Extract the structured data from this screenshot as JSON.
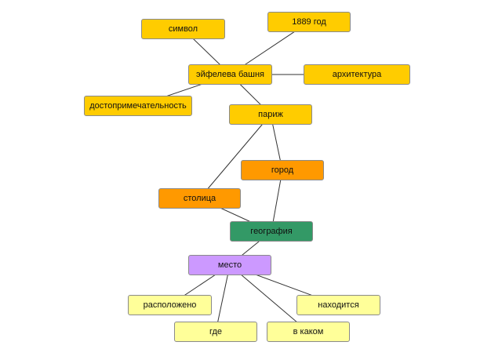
{
  "colors": {
    "gold": "#FFCC00",
    "orange": "#FF9900",
    "green": "#339966",
    "violet": "#CC99FF",
    "pale_yellow": "#FFFF99",
    "edge": "#333333",
    "border": "#8a8a8a"
  },
  "nodes": [
    {
      "id": "simvol",
      "label": "символ",
      "color": "gold"
    },
    {
      "id": "god1889",
      "label": "1889 год",
      "color": "gold"
    },
    {
      "id": "eiffel",
      "label": "эйфелева башня",
      "color": "gold"
    },
    {
      "id": "arkhitektura",
      "label": "архитектура",
      "color": "gold"
    },
    {
      "id": "dostoprim",
      "label": "достопримечательность",
      "color": "gold"
    },
    {
      "id": "parizh",
      "label": "париж",
      "color": "gold"
    },
    {
      "id": "gorod",
      "label": "город",
      "color": "orange"
    },
    {
      "id": "stolitsa",
      "label": "столица",
      "color": "orange"
    },
    {
      "id": "geografiya",
      "label": "география",
      "color": "green"
    },
    {
      "id": "mesto",
      "label": "место",
      "color": "violet"
    },
    {
      "id": "raspolozheno",
      "label": "расположено",
      "color": "pale_yellow"
    },
    {
      "id": "nakhoditsya",
      "label": "находится",
      "color": "pale_yellow"
    },
    {
      "id": "gde",
      "label": "где",
      "color": "pale_yellow"
    },
    {
      "id": "vkakom",
      "label": "в каком",
      "color": "pale_yellow"
    }
  ],
  "edges": [
    [
      "eiffel",
      "simvol"
    ],
    [
      "eiffel",
      "god1889"
    ],
    [
      "eiffel",
      "arkhitektura"
    ],
    [
      "eiffel",
      "dostoprim"
    ],
    [
      "eiffel",
      "parizh"
    ],
    [
      "parizh",
      "stolitsa"
    ],
    [
      "parizh",
      "gorod"
    ],
    [
      "stolitsa",
      "geografiya"
    ],
    [
      "gorod",
      "geografiya"
    ],
    [
      "geografiya",
      "mesto"
    ],
    [
      "mesto",
      "raspolozheno"
    ],
    [
      "mesto",
      "gde"
    ],
    [
      "mesto",
      "vkakom"
    ],
    [
      "mesto",
      "nakhoditsya"
    ]
  ]
}
